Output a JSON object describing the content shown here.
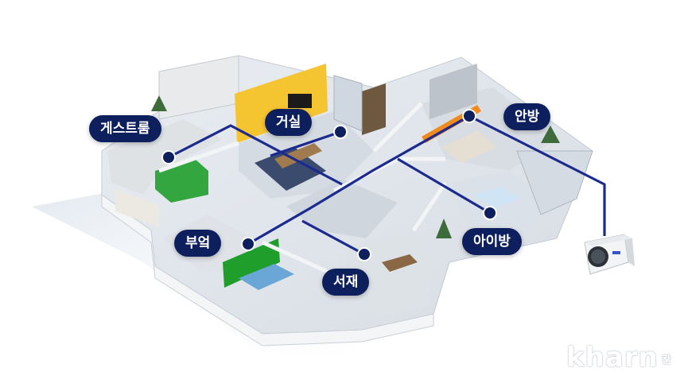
{
  "rooms": {
    "guest_room": "게스트룸",
    "living_room": "거실",
    "master_bedroom": "안방",
    "kitchen": "부엌",
    "kids_room": "아이방",
    "study": "서재"
  },
  "logo": {
    "text": "kharn",
    "sub": "칸"
  },
  "colors": {
    "line": "#1b2a8f",
    "label_bg": "#0d1f5c",
    "living_wall": "#f5c431",
    "master_wall": "#f08a1c",
    "kitchen_wall": "#1f9e2c"
  },
  "icons": [
    "air-conditioner-outdoor-unit-icon"
  ]
}
